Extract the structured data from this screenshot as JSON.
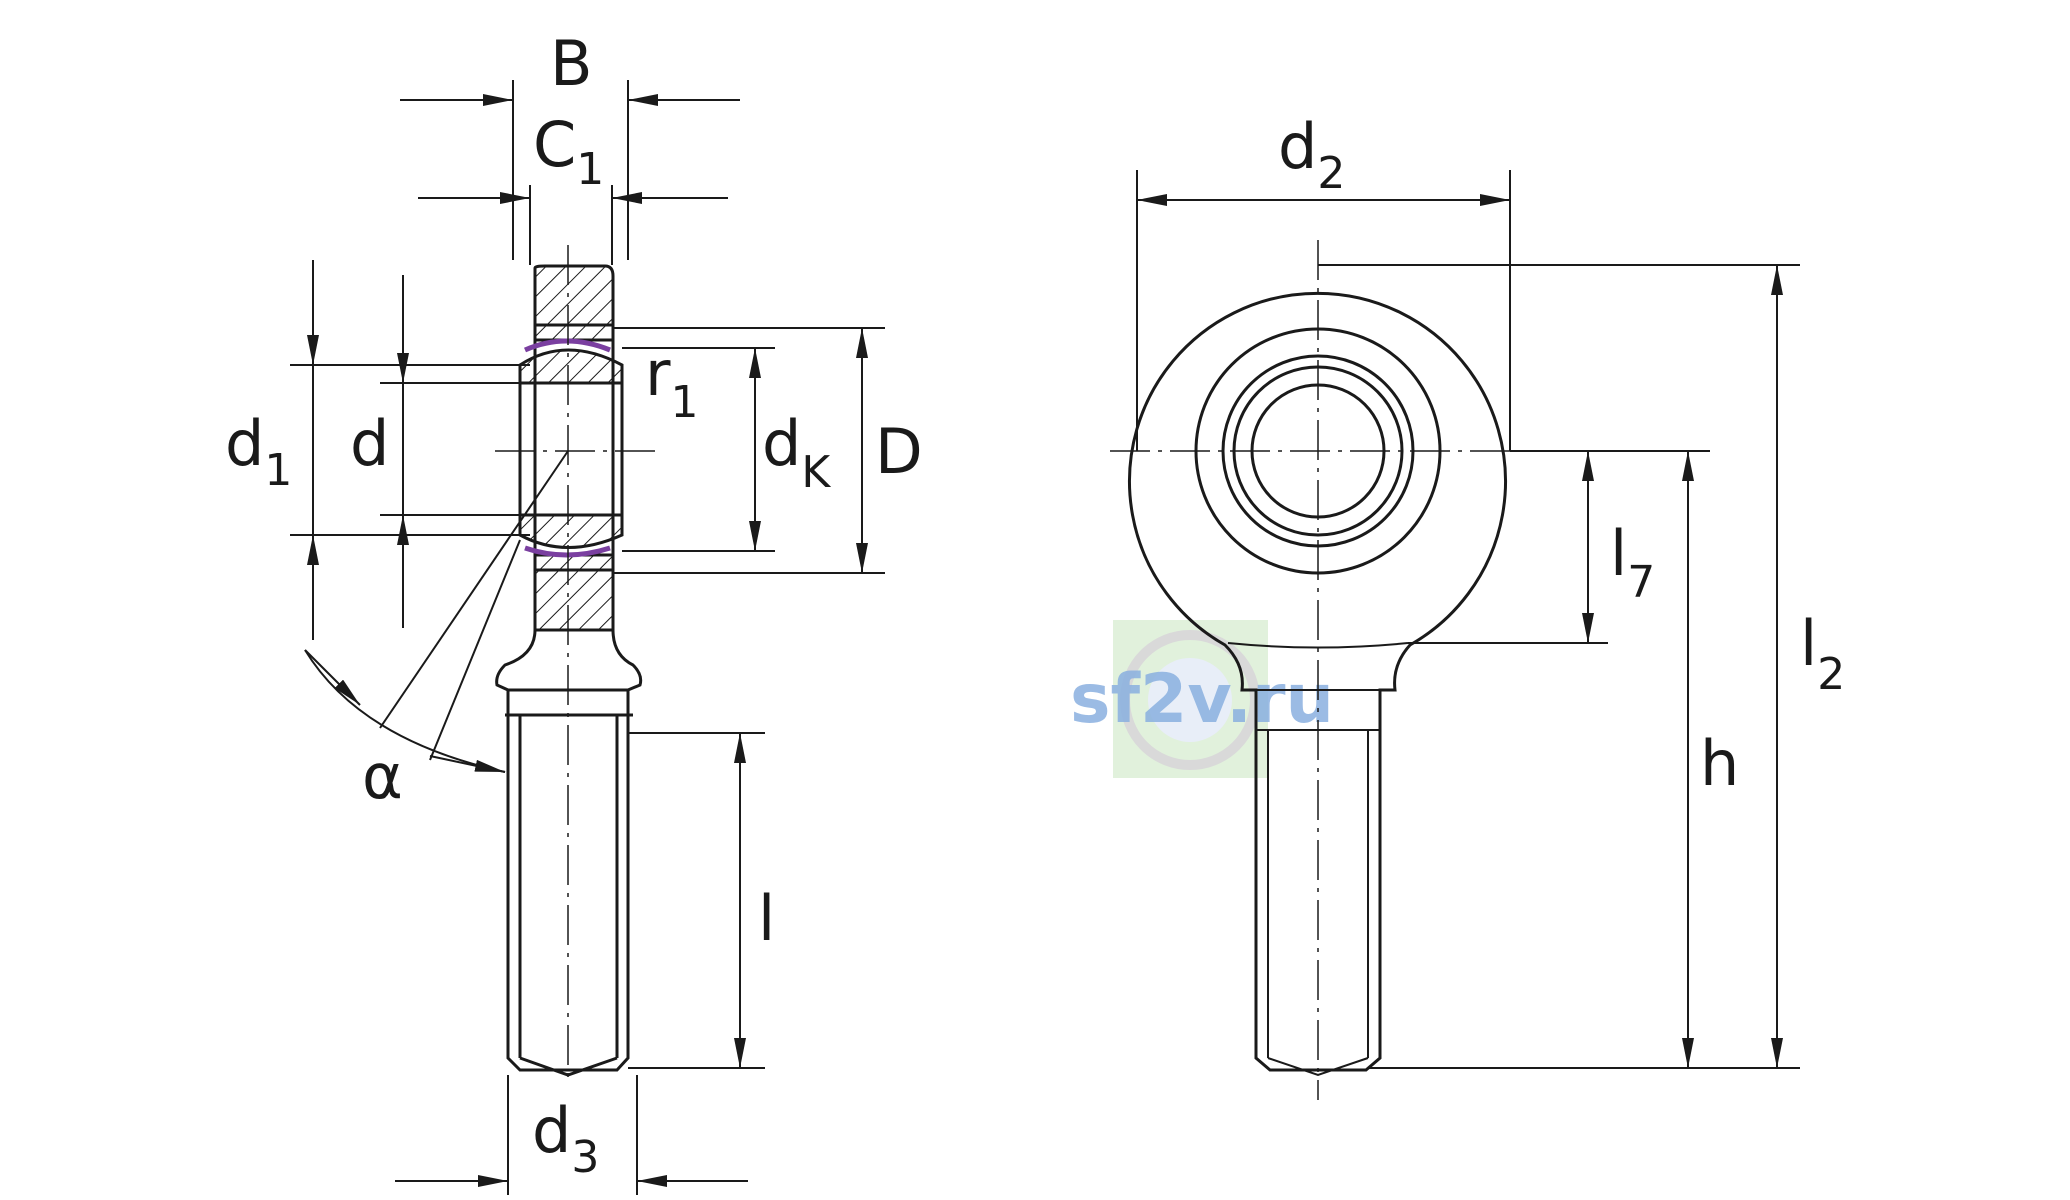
{
  "watermark": {
    "text": "sf2v.ru"
  },
  "colors": {
    "line": "#1a1a1a",
    "seal": "#7a3fa0",
    "wm_blue": "#8ab0e0",
    "wm_green": "#c8e6c0"
  },
  "side_view": {
    "B": "B",
    "C1": {
      "main": "C",
      "sub": "1"
    },
    "r1": {
      "main": "r",
      "sub": "1"
    },
    "d1": {
      "main": "d",
      "sub": "1"
    },
    "d": "d",
    "dK": {
      "main": "d",
      "sub": "K"
    },
    "D": "D",
    "alpha": "α",
    "l": "l",
    "d3": {
      "main": "d",
      "sub": "3"
    }
  },
  "front_view": {
    "d2": {
      "main": "d",
      "sub": "2"
    },
    "l7": {
      "main": "l",
      "sub": "7"
    },
    "h": "h",
    "l2": {
      "main": "l",
      "sub": "2"
    }
  }
}
